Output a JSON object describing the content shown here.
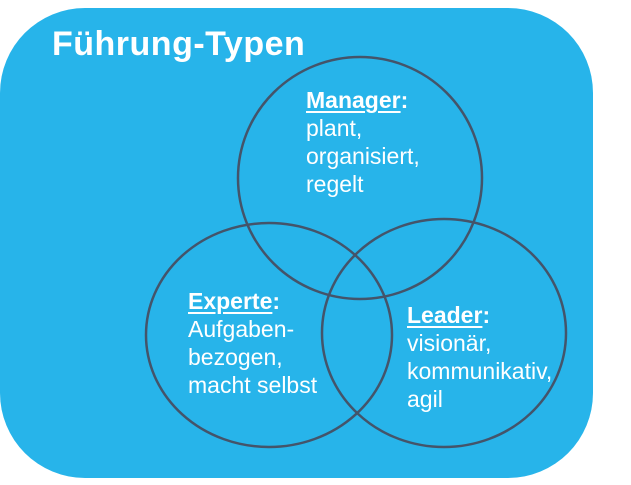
{
  "title": "Führung-Typen",
  "colors": {
    "panel_background": "#27b4ea",
    "circle_stroke": "#44546a",
    "text": "#ffffff",
    "page_background": "#ffffff"
  },
  "diagram": {
    "type": "venn",
    "colon": ":",
    "sets": [
      {
        "name": "Manager",
        "traits": [
          "plant,",
          "organisiert,",
          "regelt"
        ]
      },
      {
        "name": "Experte",
        "traits": [
          "Aufgaben-",
          "bezogen,",
          "macht selbst"
        ]
      },
      {
        "name": "Leader",
        "traits": [
          "visionär,",
          "kommunikativ,",
          "agil"
        ]
      }
    ]
  }
}
